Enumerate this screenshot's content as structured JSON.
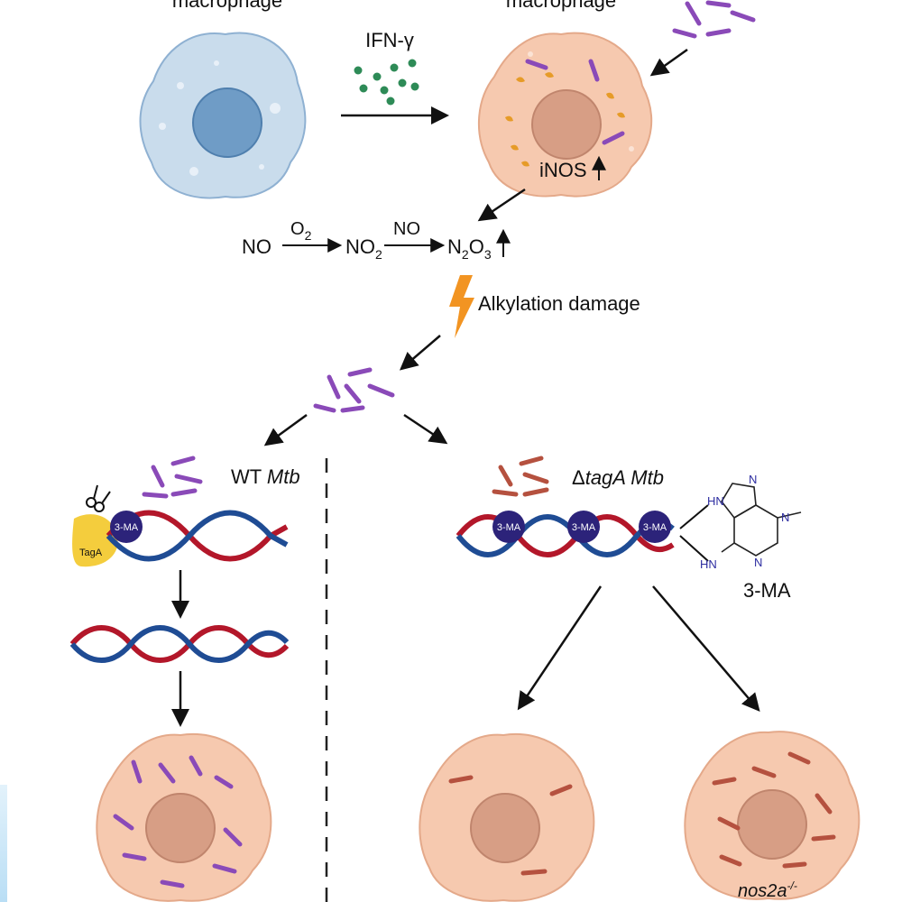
{
  "labels": {
    "resting_macrophage": "macrophage",
    "activated_macrophage": "macrophage",
    "ifn": "IFN-γ",
    "inos": "iNOS",
    "up_arrow": "↑",
    "no_1": "NO",
    "o2_base": "O",
    "o2_sub": "2",
    "no2_base": "NO",
    "no2_sub": "2",
    "no_over": "NO",
    "n2o3_n": "N",
    "n2o3_sub1": "2",
    "n2o3_o": "O",
    "n2o3_sub2": "3",
    "alkylation": "Alkylation damage",
    "wt_prefix": "WT ",
    "wt_mtb": "Mtb",
    "tag_delta": "Δ",
    "tag_italic": "tagA Mtb",
    "tagA_protein": "TagA",
    "lesion": "3-MA",
    "lesion_name": "3-MA",
    "chem_nh": "N",
    "chem_hn_left": "HN",
    "chem_n_ring": "N",
    "chem_n_bottom": "N",
    "chem_hn_bottom": "HN",
    "nos2a_base": "nos2a",
    "nos2a_sup": "-/-"
  },
  "colors": {
    "resting_cell": "#c9dcec",
    "activated_cell": "#f6c9af",
    "nucleus_resting": "#6f9cc6",
    "nucleus_activated": "#d79e85",
    "ifn_dots": "#2e8b57",
    "wt_bacteria": "#8a4ab8",
    "tagA_bacteria": "#b5513f",
    "dna_blue": "#1f4c94",
    "dna_red": "#b3172a",
    "lesion": "#2c237a",
    "tagA_enzyme": "#f4cd3d",
    "lightning": "#f29422",
    "lysosomes": "#e69b28"
  },
  "icons": [
    "scissors-icon",
    "lightning-icon",
    "3-methyladenine-structure"
  ]
}
